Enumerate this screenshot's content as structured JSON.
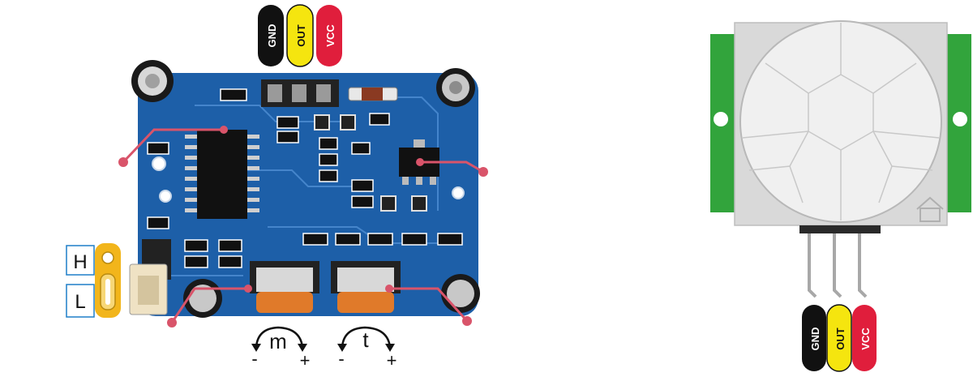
{
  "pins": {
    "gnd": "GND",
    "out": "OUT",
    "vcc": "VCC"
  },
  "jumper": {
    "high": "H",
    "low": "L"
  },
  "potentiometers": {
    "sensitivity": {
      "label": "m",
      "minus": "-",
      "plus": "+"
    },
    "time": {
      "label": "t",
      "minus": "-",
      "plus": "+"
    }
  },
  "colors": {
    "gnd": "#111111",
    "out": "#f5e50f",
    "vcc": "#e01e3c",
    "pcb": "#1d5fa8",
    "pointer": "#d9546a",
    "mount": "#32a43c",
    "dome": "#f0f0f0",
    "pot_body": "#e07a2a",
    "jumper_gold": "#f2b51b",
    "jumper_box": "#1f7fc9"
  }
}
